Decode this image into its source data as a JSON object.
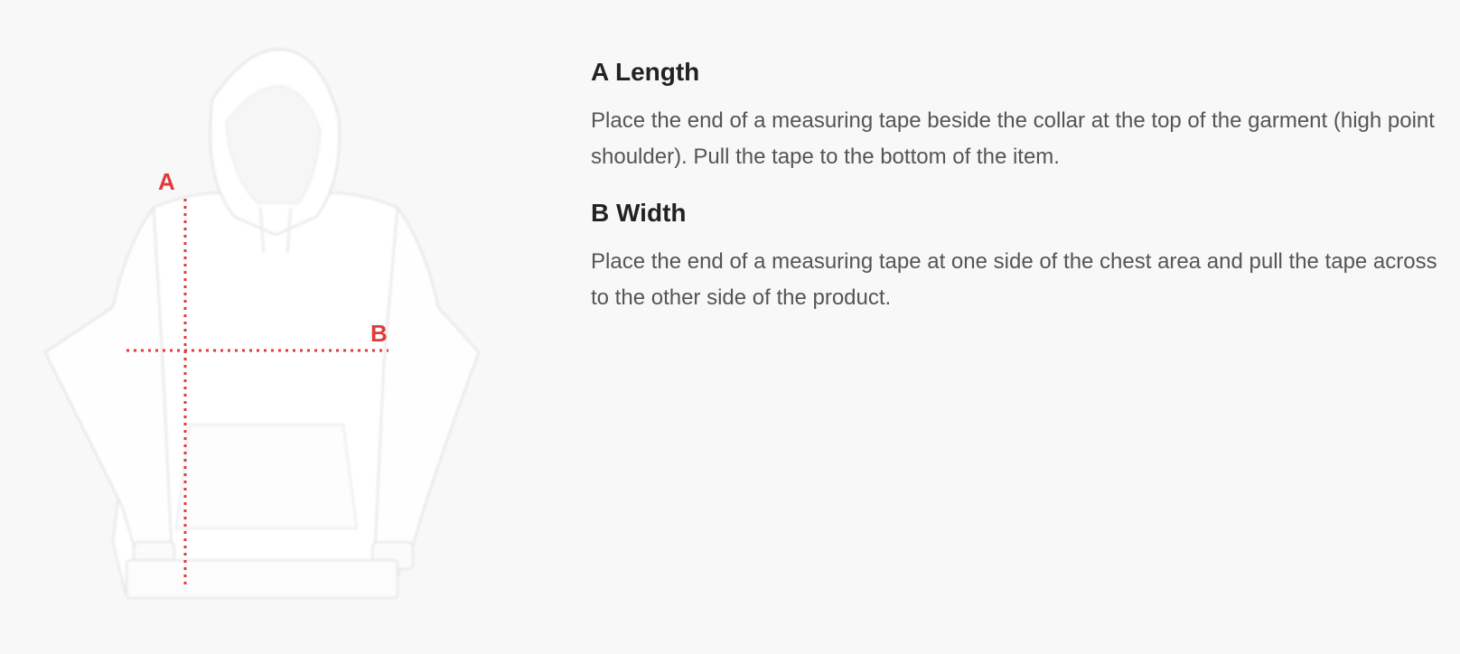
{
  "diagram": {
    "marker_a": "A",
    "marker_b": "B",
    "line_color": "#e03a3a"
  },
  "sections": [
    {
      "title": "A Length",
      "text": "Place the end of a measuring tape beside the collar at the top of the garment (high point shoulder). Pull the tape to the bottom of the item."
    },
    {
      "title": "B Width",
      "text": "Place the end of a measuring tape at one side of the chest area and pull the tape across to the other side of the product."
    }
  ]
}
